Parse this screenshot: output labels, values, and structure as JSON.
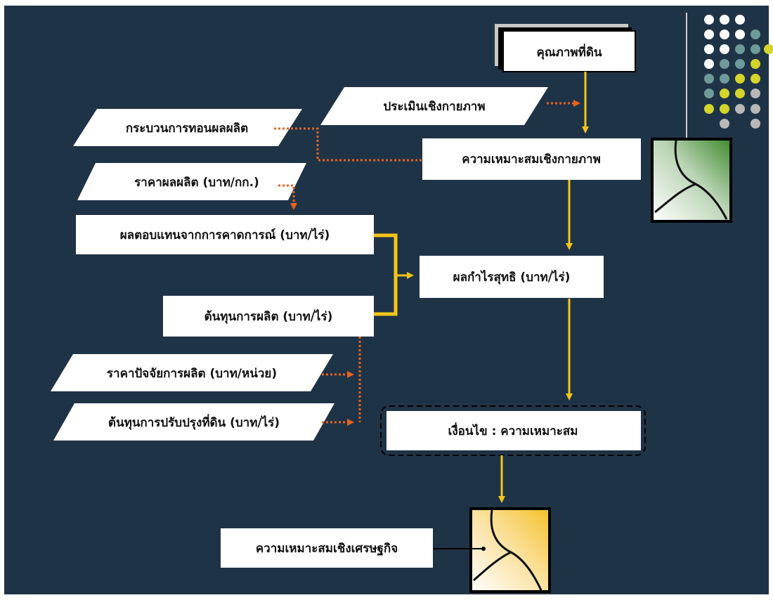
{
  "nodes": {
    "soil_quality": "คุณภาพที่ดิน",
    "physical_eval": "ประเมินเชิงกายภาพ",
    "substitution_process": "กระบวนการทอนผลผลิต",
    "physical_suitability": "ความเหมาะสมเชิงกายภาพ",
    "product_price": "ราคาผลผลิต (บาท/กก.)",
    "expected_return": "ผลตอบแทนจากการคาดการณ์ (บาท/ไร่)",
    "net_profit": "ผลกำไรสุทธิ (บาท/ไร่)",
    "production_cost": "ต้นทุนการผลิต (บาท/ไร่)",
    "input_price": "ราคาปัจจัยการผลิต (บาท/หน่วย)",
    "soil_improvement_cost": "ต้นทุนการปรับปรุงที่ดิน (บาท/ไร่)",
    "condition": "เงื่อนไข : ความเหมาะสม",
    "economic_suitability": "ความเหมาะสมเชิงเศรษฐกิจ"
  },
  "colors": {
    "background": "#1f3347",
    "flow_arrow": "#f5c518",
    "dotted_arrow": "#e8641e",
    "box_fill": "#ffffff",
    "map_green": "#3e8a2e",
    "map_gold": "#f5c22a",
    "dot_white": "#ffffff",
    "dot_teal": "#6f9a9a",
    "dot_yellow": "#d4d42a",
    "dot_gray": "#b8b8b8"
  },
  "decor": {
    "map_icons": [
      "physical-suitability-map-icon",
      "economic-suitability-map-icon"
    ],
    "dot_grid_icon": "decorative-dot-grid"
  }
}
